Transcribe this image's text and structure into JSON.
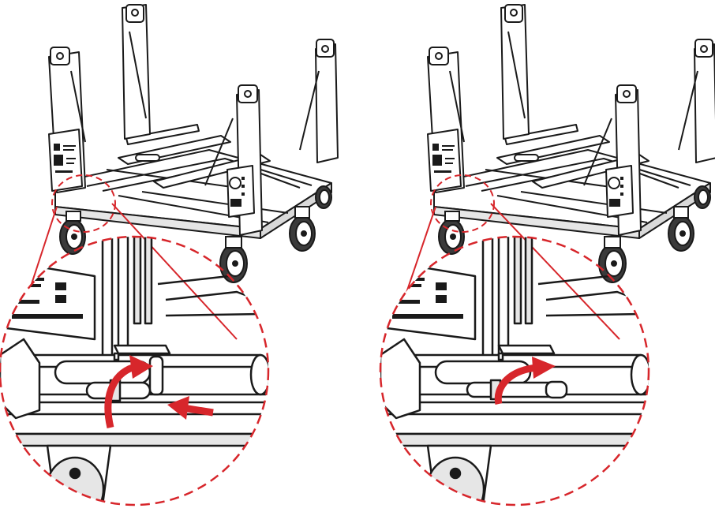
{
  "figure": {
    "panels": [
      {
        "id": "left",
        "step": "push-and-rotate",
        "arrows": [
          "rotate-up-arrow",
          "push-right-arrow"
        ]
      },
      {
        "id": "right",
        "step": "rotate-over",
        "arrows": [
          "rotate-right-arrow"
        ]
      }
    ],
    "colors": {
      "accent": "#d7262b",
      "line": "#1a1a1a",
      "fill": "#ffffff",
      "shade": "#e6e6e6"
    }
  }
}
